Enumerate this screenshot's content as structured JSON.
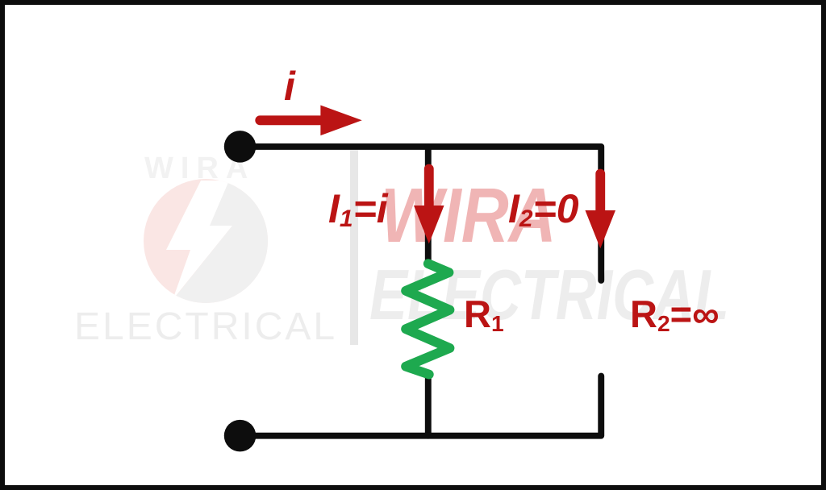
{
  "diagram": {
    "kind": "circuit-diagram",
    "description": "Current divider with open-circuit branch: source current i splits into I1 through R1 and I2 through R2, where R2 is infinite so I1 equals i and I2 equals 0."
  },
  "labels": {
    "source_current": "i",
    "branch1_current": {
      "base": "I",
      "sub": "1",
      "rest": "=i"
    },
    "branch2_current": {
      "base": "I",
      "sub": "2",
      "rest": "=0"
    },
    "resistor1": {
      "base": "R",
      "sub": "1",
      "rest": ""
    },
    "resistor2": {
      "base": "R",
      "sub": "2",
      "rest": "=∞"
    }
  },
  "watermark": {
    "left_top": "WIRA",
    "left_bottom": "ELECTRICAL",
    "center_top": "WIRA",
    "center_bottom": "ELECTRICAL"
  },
  "colors": {
    "background": "#ffffff",
    "border": "#0d0d0d",
    "wire": "#0d0d0d",
    "accent_red": "#bb1414",
    "resistor_green": "#1ea94f",
    "watermark_gray": "#ededed",
    "watermark_gray_light": "#f2f2f2",
    "watermark_red": "#f0b5b5",
    "separator_gray": "#e7e7e7",
    "logo_pink": "#fae6e4",
    "logo_gray": "#f0f0f0"
  }
}
